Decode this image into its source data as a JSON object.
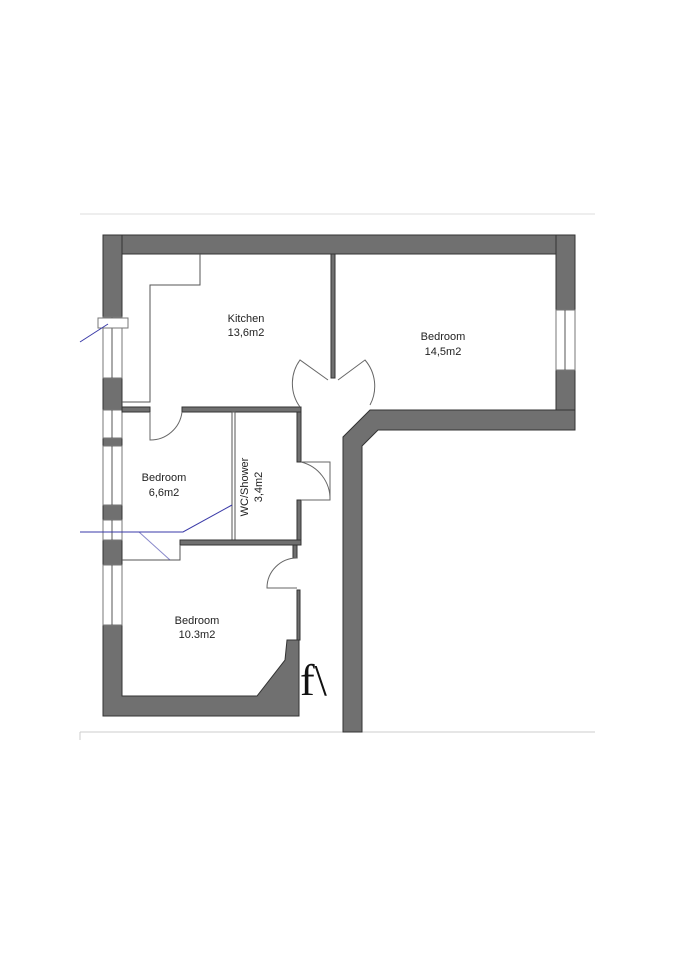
{
  "rooms": [
    {
      "name": "Kitchen",
      "area": "13,6m2"
    },
    {
      "name": "Bedroom",
      "area": "14,5m2"
    },
    {
      "name": "Bedroom",
      "area": "6,6m2"
    },
    {
      "name": "WC/Shower",
      "area": "3,4m2"
    },
    {
      "name": "Bedroom",
      "area": "10.3m2"
    }
  ],
  "symbol": "f\\",
  "colors": {
    "wall": "#707070",
    "annotation_line": "#3a3aa8"
  }
}
